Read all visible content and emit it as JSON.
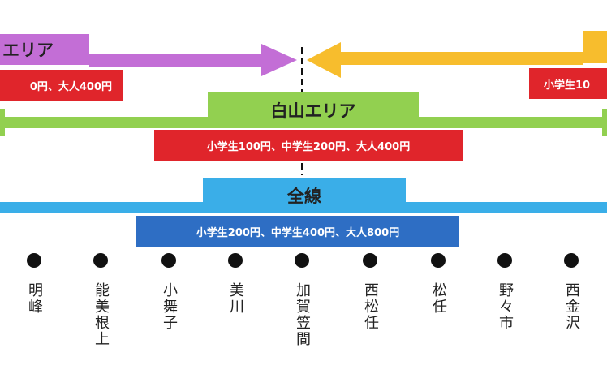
{
  "colors": {
    "left_area": "#c36ed6",
    "right_area": "#f7bd2d",
    "hakusan_area": "#92d050",
    "whole_line": "#3aaee8",
    "fare_red": "#e0252b",
    "fare_blue": "#2e6ec4",
    "boundary": "#111111"
  },
  "areas": {
    "left": {
      "title": "エリア",
      "fare": "0円、大人400円"
    },
    "right": {
      "fare": "小学生10"
    },
    "hakusan": {
      "title": "白山エリア",
      "fare": "小学生100円、中学生200円、大人400円"
    },
    "whole": {
      "title": "全線",
      "fare": "小学生200円、中学生400円、大人800円"
    }
  },
  "stations": [
    {
      "id": "meiho",
      "name": "明峰"
    },
    {
      "id": "nomineagari",
      "name": "能美根上"
    },
    {
      "id": "komaiko",
      "name": "小舞子"
    },
    {
      "id": "mikawa",
      "name": "美川"
    },
    {
      "id": "kagakasama",
      "name": "加賀笠間"
    },
    {
      "id": "nishimatto",
      "name": "西松任"
    },
    {
      "id": "matto",
      "name": "松任"
    },
    {
      "id": "nonoichi",
      "name": "野々市"
    },
    {
      "id": "nishikanazawa",
      "name": "西金沢"
    }
  ]
}
